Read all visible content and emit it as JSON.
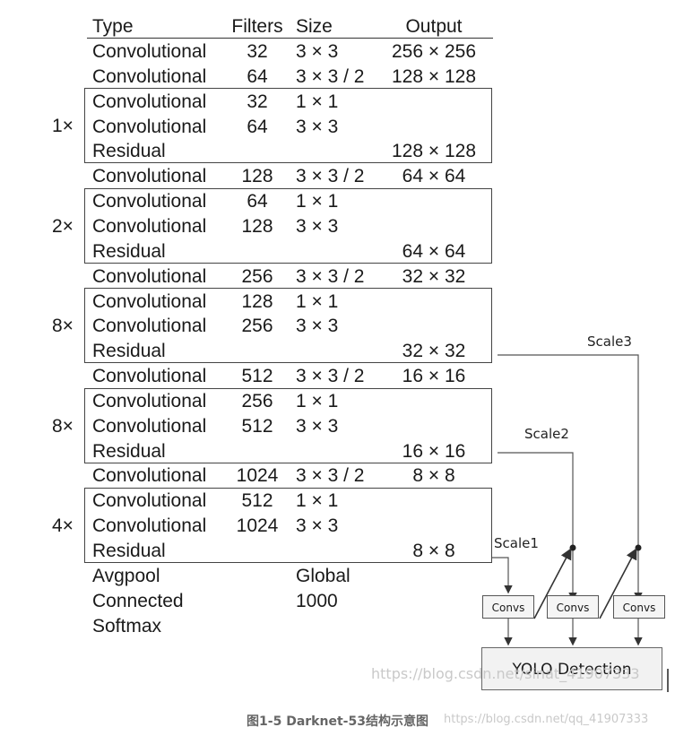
{
  "header": {
    "type": "Type",
    "filters": "Filters",
    "size": "Size",
    "output": "Output"
  },
  "rows": [
    {
      "type": "Convolutional",
      "filters": "32",
      "size": "3 × 3",
      "output": "256 × 256"
    },
    {
      "type": "Convolutional",
      "filters": "64",
      "size": "3 × 3 / 2",
      "output": "128 × 128"
    },
    {
      "type": "Convolutional",
      "filters": "32",
      "size": "1 × 1",
      "output": ""
    },
    {
      "type": "Convolutional",
      "filters": "64",
      "size": "3 × 3",
      "output": ""
    },
    {
      "type": "Residual",
      "filters": "",
      "size": "",
      "output": "128 × 128"
    },
    {
      "type": "Convolutional",
      "filters": "128",
      "size": "3 × 3 / 2",
      "output": "64 × 64"
    },
    {
      "type": "Convolutional",
      "filters": "64",
      "size": "1 × 1",
      "output": ""
    },
    {
      "type": "Convolutional",
      "filters": "128",
      "size": "3 × 3",
      "output": ""
    },
    {
      "type": "Residual",
      "filters": "",
      "size": "",
      "output": "64 × 64"
    },
    {
      "type": "Convolutional",
      "filters": "256",
      "size": "3 × 3 / 2",
      "output": "32 × 32"
    },
    {
      "type": "Convolutional",
      "filters": "128",
      "size": "1 × 1",
      "output": ""
    },
    {
      "type": "Convolutional",
      "filters": "256",
      "size": "3 × 3",
      "output": ""
    },
    {
      "type": "Residual",
      "filters": "",
      "size": "",
      "output": "32 × 32"
    },
    {
      "type": "Convolutional",
      "filters": "512",
      "size": "3 × 3 / 2",
      "output": "16 × 16"
    },
    {
      "type": "Convolutional",
      "filters": "256",
      "size": "1 × 1",
      "output": ""
    },
    {
      "type": "Convolutional",
      "filters": "512",
      "size": "3 × 3",
      "output": ""
    },
    {
      "type": "Residual",
      "filters": "",
      "size": "",
      "output": "16 × 16"
    },
    {
      "type": "Convolutional",
      "filters": "1024",
      "size": "3 × 3 / 2",
      "output": "8 × 8"
    },
    {
      "type": "Convolutional",
      "filters": "512",
      "size": "1 × 1",
      "output": ""
    },
    {
      "type": "Convolutional",
      "filters": "1024",
      "size": "3 × 3",
      "output": ""
    },
    {
      "type": "Residual",
      "filters": "",
      "size": "",
      "output": "8 × 8"
    },
    {
      "type": "Avgpool",
      "filters": "",
      "size": "Global",
      "output": ""
    },
    {
      "type": "Connected",
      "filters": "",
      "size": "1000",
      "output": ""
    },
    {
      "type": "Softmax",
      "filters": "",
      "size": "",
      "output": ""
    }
  ],
  "blocks": [
    {
      "multiplier": "1×"
    },
    {
      "multiplier": "2×"
    },
    {
      "multiplier": "8×"
    },
    {
      "multiplier": "8×"
    },
    {
      "multiplier": "4×"
    }
  ],
  "scales": {
    "scale1": "Scale1",
    "scale2": "Scale2",
    "scale3": "Scale3"
  },
  "convs": {
    "label": "Convs"
  },
  "yolo": {
    "label": "YOLO Detection"
  },
  "watermarks": {
    "mark1": "https://blog.csdn.net/sinat_41907333",
    "mark2": "https://blog.csdn.net/qq_41907333"
  },
  "caption": "图1-5  Darknet-53结构示意图"
}
